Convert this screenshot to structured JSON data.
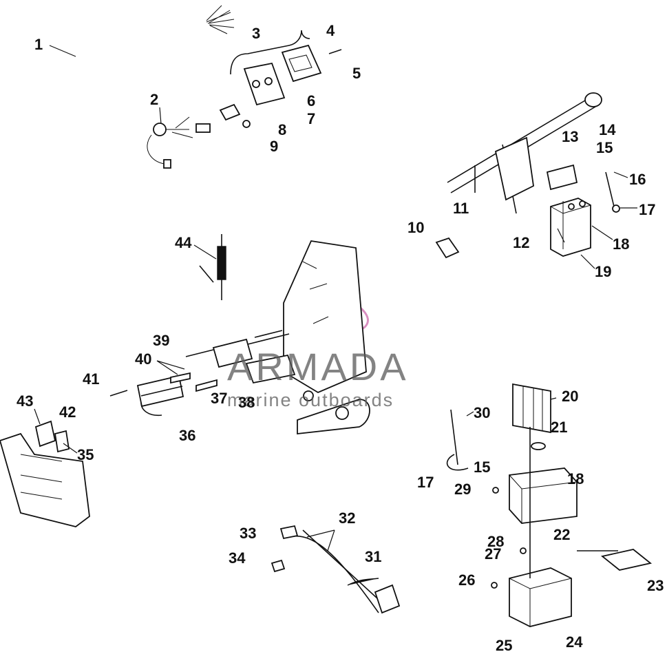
{
  "watermark": {
    "brand": "ARMADA",
    "tagline": "marine outboards",
    "accent_color": "#d98fc0"
  },
  "callouts": [
    {
      "label": "1"
    },
    {
      "label": "2"
    },
    {
      "label": "3"
    },
    {
      "label": "4"
    },
    {
      "label": "5"
    },
    {
      "label": "6"
    },
    {
      "label": "7"
    },
    {
      "label": "8"
    },
    {
      "label": "9"
    },
    {
      "label": "10"
    },
    {
      "label": "11"
    },
    {
      "label": "12"
    },
    {
      "label": "13"
    },
    {
      "label": "14"
    },
    {
      "label": "15"
    },
    {
      "label": "16"
    },
    {
      "label": "17"
    },
    {
      "label": "18"
    },
    {
      "label": "19"
    },
    {
      "label": "20"
    },
    {
      "label": "21"
    },
    {
      "label": "22"
    },
    {
      "label": "23"
    },
    {
      "label": "24"
    },
    {
      "label": "25"
    },
    {
      "label": "26"
    },
    {
      "label": "27"
    },
    {
      "label": "28"
    },
    {
      "label": "29"
    },
    {
      "label": "30"
    },
    {
      "label": "31"
    },
    {
      "label": "32"
    },
    {
      "label": "33"
    },
    {
      "label": "34"
    },
    {
      "label": "35"
    },
    {
      "label": "36"
    },
    {
      "label": "37"
    },
    {
      "label": "38"
    },
    {
      "label": "39"
    },
    {
      "label": "40"
    },
    {
      "label": "41"
    },
    {
      "label": "42"
    },
    {
      "label": "43"
    },
    {
      "label": "44"
    },
    {
      "label": "15"
    },
    {
      "label": "17"
    },
    {
      "label": "18"
    }
  ]
}
